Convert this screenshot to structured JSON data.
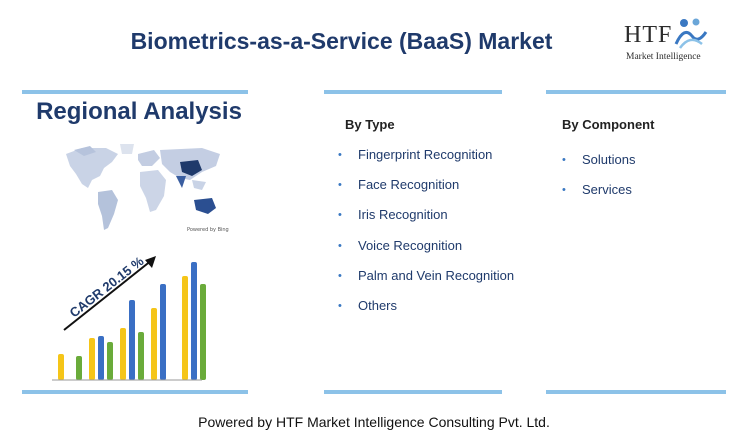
{
  "title": "Biometrics-as-a-Service (BaaS) Market",
  "logo": {
    "brand": "HTF",
    "tagline": "Market Intelligence"
  },
  "regional": {
    "heading": "Regional Analysis",
    "map_credit": "Powered by Bing"
  },
  "growth_chart": {
    "cagr_label": "CAGR 20.15 %",
    "colors": {
      "yellow": "#f5c518",
      "blue": "#3a6fc4",
      "green": "#6aab3a"
    },
    "groups": [
      {
        "yellow": 26,
        "blue": 0,
        "green": 24
      },
      {
        "yellow": 42,
        "blue": 44,
        "green": 38
      },
      {
        "yellow": 52,
        "blue": 80,
        "green": 48
      },
      {
        "yellow": 72,
        "blue": 96,
        "green": 0
      },
      {
        "yellow": 104,
        "blue": 118,
        "green": 96
      }
    ]
  },
  "by_type": {
    "heading": "By Type",
    "items": [
      "Fingerprint Recognition",
      "Face Recognition",
      "Iris Recognition",
      "Voice Recognition",
      "Palm and Vein Recognition",
      "Others"
    ]
  },
  "by_component": {
    "heading": "By Component",
    "items": [
      "Solutions",
      "Services"
    ]
  },
  "footer": "Powered by HTF Market Intelligence Consulting Pvt. Ltd.",
  "colors": {
    "title": "#1f3a6b",
    "accent_line": "#8cc2e8",
    "bullet": "#3a78c2"
  }
}
